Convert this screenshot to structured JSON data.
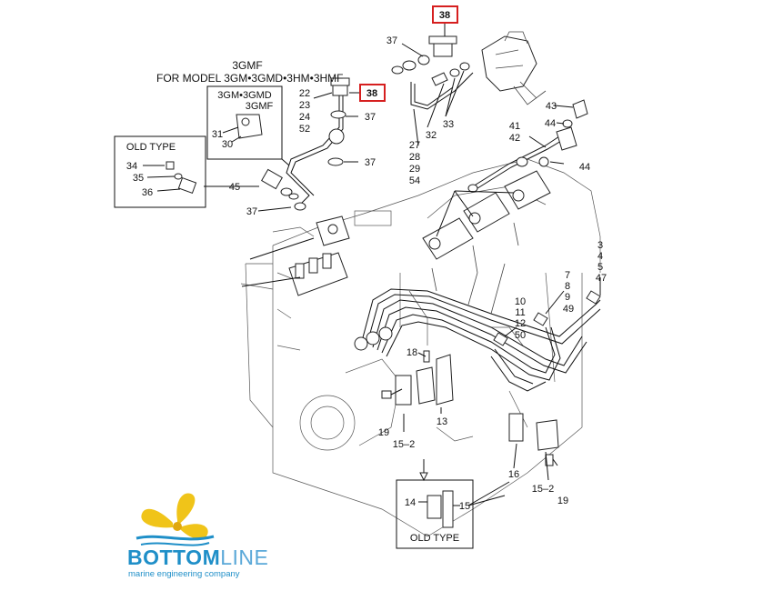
{
  "header": {
    "model_title": "3GMF",
    "model_line": "FOR MODEL 3GM•3GMD•3HM•3HMF"
  },
  "insets": {
    "gm_box_line1": "3GM•3GMD",
    "gm_box_line2": "3GMF",
    "old_type_top": "OLD TYPE",
    "old_type_bottom": "OLD TYPE"
  },
  "highlight": {
    "part_top": "38",
    "part_mid": "38",
    "color": "#d61f1f"
  },
  "callouts": {
    "p37a": "37",
    "p22": "22",
    "p23": "23",
    "p24": "24",
    "p52": "52",
    "p37b": "37",
    "p37c": "37",
    "p31": "31",
    "p30": "30",
    "p34": "34",
    "p35": "35",
    "p36": "36",
    "p45": "45",
    "p37d": "37",
    "p27": "27",
    "p28": "28",
    "p29": "29",
    "p54": "54",
    "p32": "32",
    "p33": "33",
    "p43": "43",
    "p44a": "44",
    "p41": "41",
    "p42": "42",
    "p44b": "44",
    "p3": "3",
    "p4": "4",
    "p5": "5",
    "p47": "47",
    "p7": "7",
    "p8": "8",
    "p9": "9",
    "p49": "49",
    "p10": "10",
    "p11": "11",
    "p12": "12",
    "p50": "50",
    "p18": "18",
    "p19a": "19",
    "p15_2a": "15–2",
    "p13": "13",
    "p16": "16",
    "p15_2b": "15–2",
    "p19b": "19",
    "p14": "14",
    "p15": "15"
  },
  "brand": {
    "name_part1": "BOTTOM",
    "name_part2": "LINE",
    "tagline": "marine engineering company",
    "logo_name": "propeller-wave-logo",
    "primary_color": "#1f8fc8",
    "accent_color": "#f0c419"
  }
}
